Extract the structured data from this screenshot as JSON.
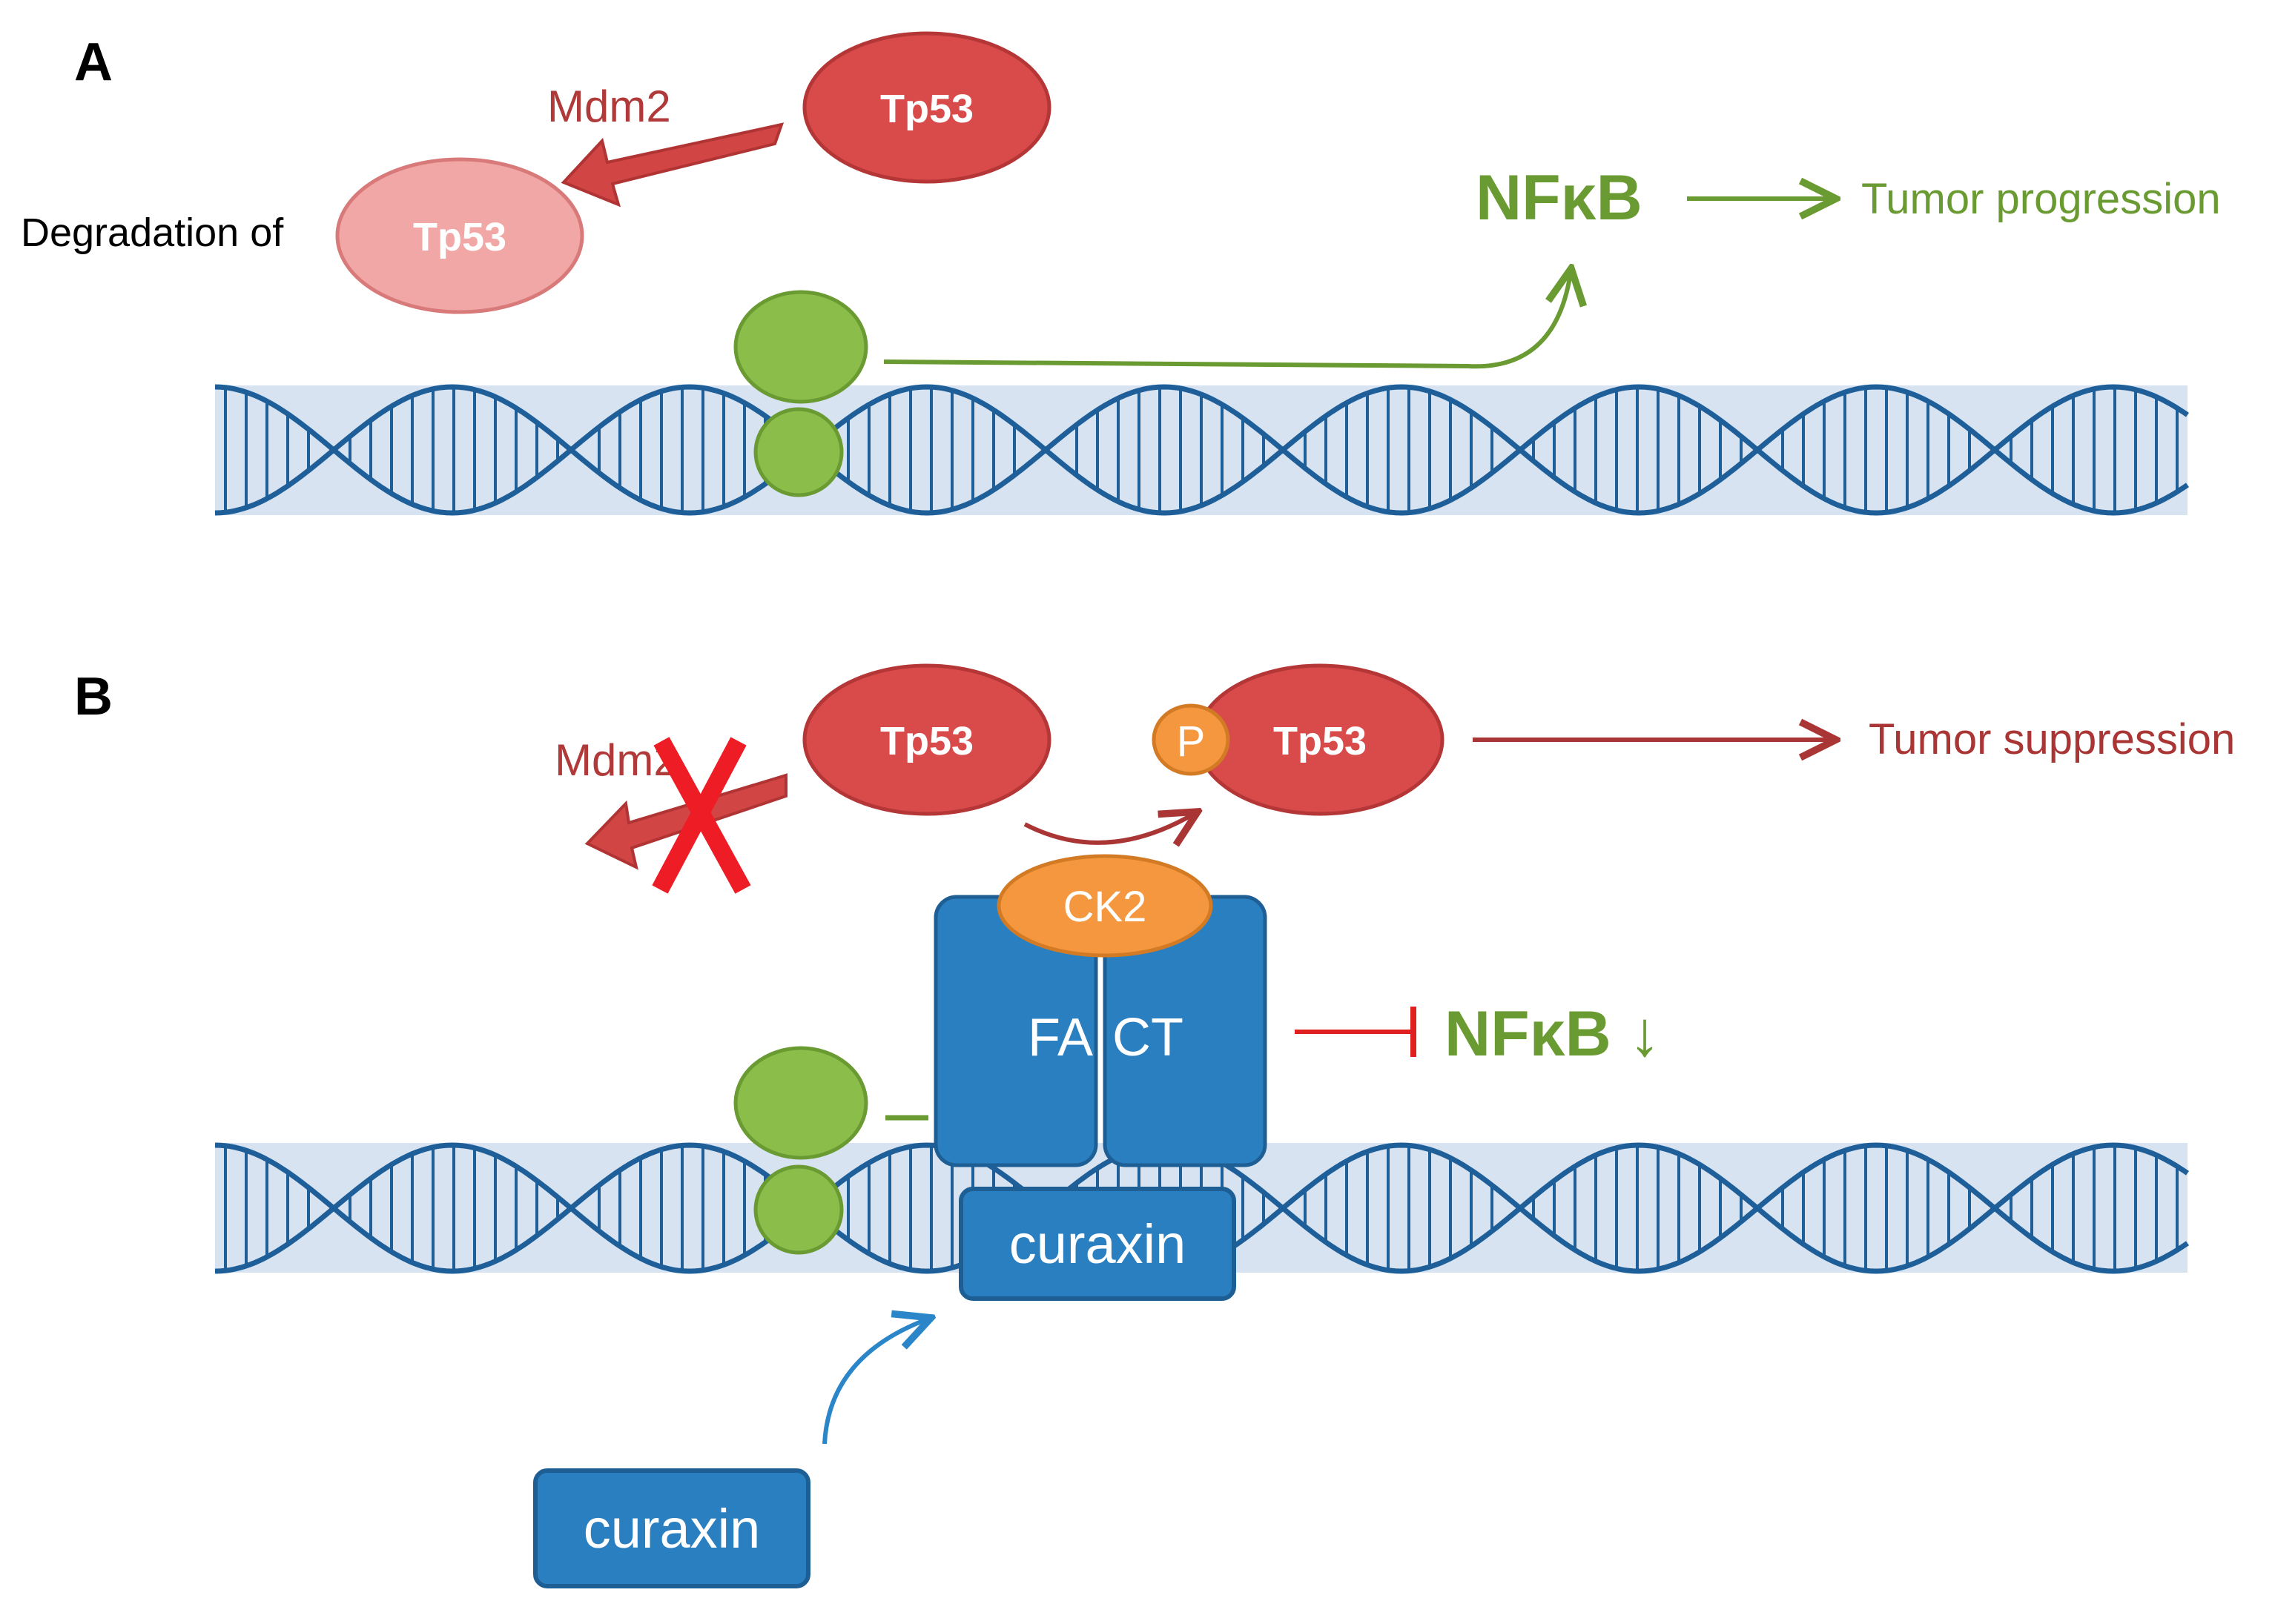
{
  "panel_a": {
    "label": "A",
    "mdm2_label": "Mdm2",
    "tp53_label": "Tp53",
    "degraded_tp53_label": "Tp53",
    "degradation_label": "Degradation of",
    "nfkb_label": "NFκB",
    "outcome_label": "Tumor progression"
  },
  "panel_b": {
    "label": "B",
    "mdm2_label": "Mdm2",
    "tp53_label": "Tp53",
    "phospho_label": "P",
    "phospho_tp53_label": "Tp53",
    "outcome_label": "Tumor suppression",
    "ck2_label": "CK2",
    "fact_left_label": "FA",
    "fact_right_label": "CT",
    "nfkb_label": "NFκB ↓",
    "curaxin_bound_label": "curaxin",
    "curaxin_free_label": "curaxin"
  },
  "colors": {
    "tp53_red": "#d94b4b",
    "tp53_faded": "#f2a7a7",
    "mdm2_text": "#b03a3a",
    "green": "#6a9a32",
    "green_fill": "#8bbd4a",
    "dna_blue": "#1f5f99",
    "dna_band": "#d7e3f1",
    "fact_blue": "#2a7fc1",
    "ck2_orange": "#f4973f",
    "inhibit_red": "#e02020"
  }
}
